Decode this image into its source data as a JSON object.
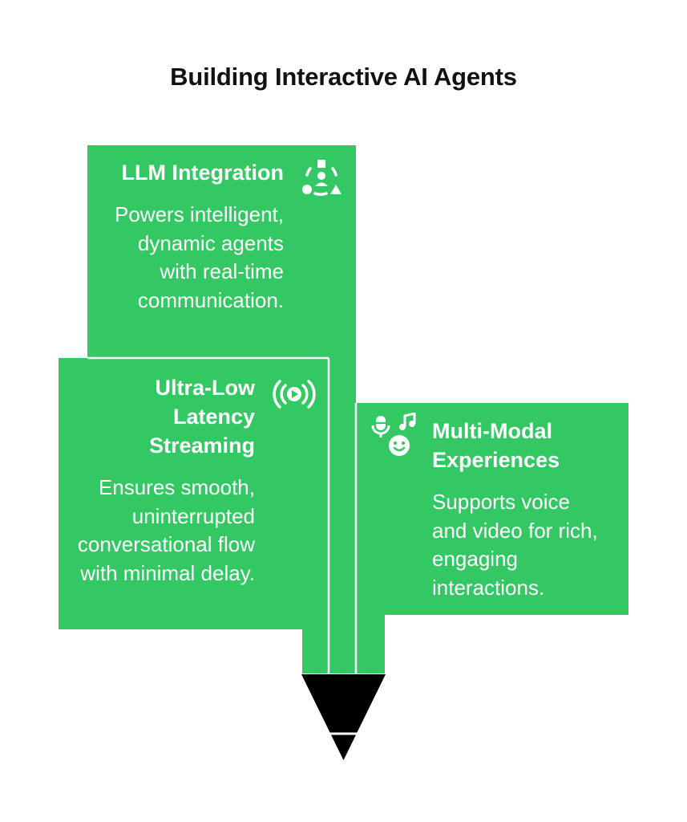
{
  "title": "Building Interactive AI Agents",
  "colors": {
    "panel": "#33c863",
    "divider": "#ffffff",
    "tip": "#000000",
    "text": "#ffffff",
    "title": "#111111"
  },
  "cards": [
    {
      "id": "llm",
      "heading": "LLM Integration",
      "description": "Powers intelligent, dynamic agents with real-time communication.",
      "icon": "integration-nodes-icon"
    },
    {
      "id": "streaming",
      "heading": "Ultra-Low Latency Streaming",
      "description": "Ensures smooth, uninterrupted conversational flow with minimal delay.",
      "icon": "broadcast-play-icon"
    },
    {
      "id": "multimodal",
      "heading": "Multi-Modal Experiences",
      "description": "Supports voice and video for rich, engaging interactions.",
      "icon": "mic-music-face-icon"
    }
  ]
}
